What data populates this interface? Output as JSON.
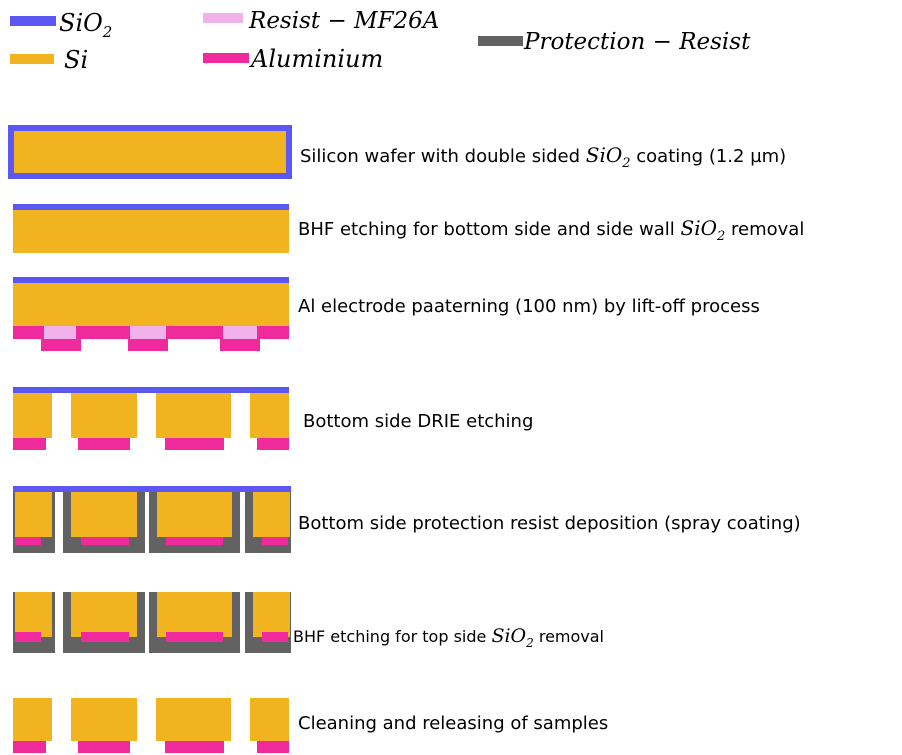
{
  "colors": {
    "sio2": "#5b57f0",
    "si": "#f2b321",
    "resist": "#f1b2ec",
    "aluminium": "#ee2a9c",
    "protection": "#626262"
  },
  "legend": {
    "sio2": {
      "base": "SiO",
      "sub": "2"
    },
    "si": "Si",
    "resist": "Resist − MF26A",
    "aluminium": "Aluminium",
    "protection": "Protection − Resist"
  },
  "steps": [
    {
      "pre": "Silicon wafer with double sided ",
      "math": "SiO",
      "sub": "2",
      "post": " coating (1.2 µm)"
    },
    {
      "pre": "BHF etching for bottom side and side wall ",
      "math": "SiO",
      "sub": "2",
      "post": " removal"
    },
    {
      "pre": "Al electrode paaterning (100 nm) by lift-off process",
      "math": "",
      "sub": "",
      "post": ""
    },
    {
      "pre": "Bottom side DRIE etching",
      "math": "",
      "sub": "",
      "post": ""
    },
    {
      "pre": "Bottom side protection resist deposition (spray coating)",
      "math": "",
      "sub": "",
      "post": ""
    },
    {
      "pre": "BHF etching for top side ",
      "math": "SiO",
      "sub": "2",
      "post": " removal"
    },
    {
      "pre": "Cleaning and releasing of samples",
      "math": "",
      "sub": "",
      "post": ""
    }
  ]
}
